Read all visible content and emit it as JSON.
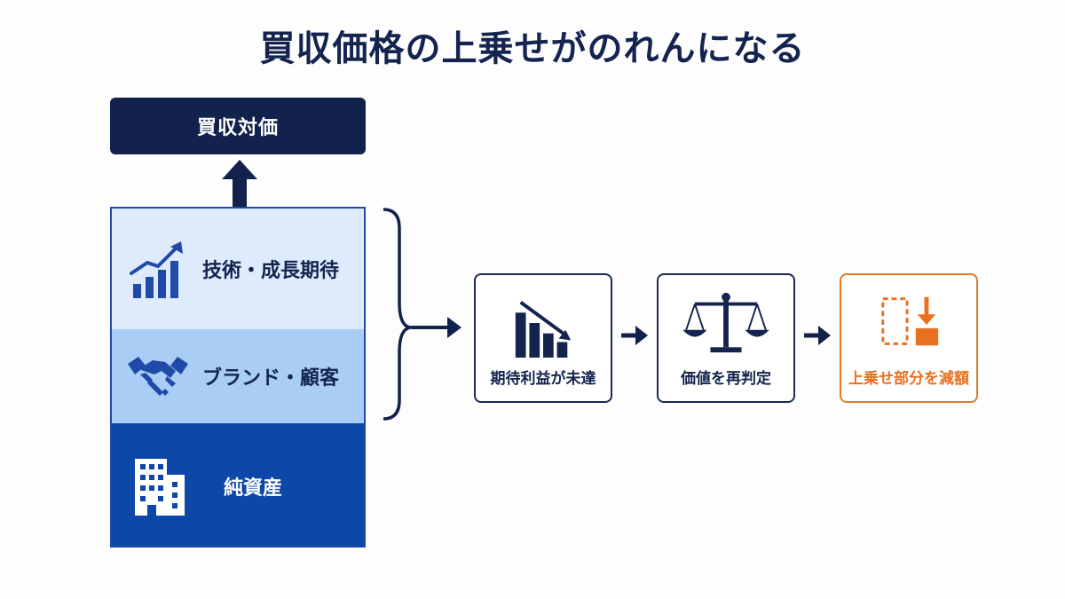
{
  "title": "買収価格の上乗せがのれんになる",
  "top_box": {
    "label": "買収対価"
  },
  "layers": [
    {
      "label": "技術・成長期待",
      "icon": "rising-chart-icon"
    },
    {
      "label": "ブランド・顧客",
      "icon": "handshake-icon"
    },
    {
      "label": "純資産",
      "icon": "building-icon"
    }
  ],
  "steps": [
    {
      "label": "期待利益が未達",
      "icon": "declining-chart-icon"
    },
    {
      "label": "価値を再判定",
      "icon": "scale-icon"
    },
    {
      "label": "上乗せ部分を減額",
      "icon": "reduce-box-icon"
    }
  ],
  "colors": {
    "navy": "#12224c",
    "layer_light": "#deebfc",
    "layer_mid": "#a9cdf5",
    "layer_dark": "#0d47a8",
    "accent_orange": "#e8701e"
  }
}
